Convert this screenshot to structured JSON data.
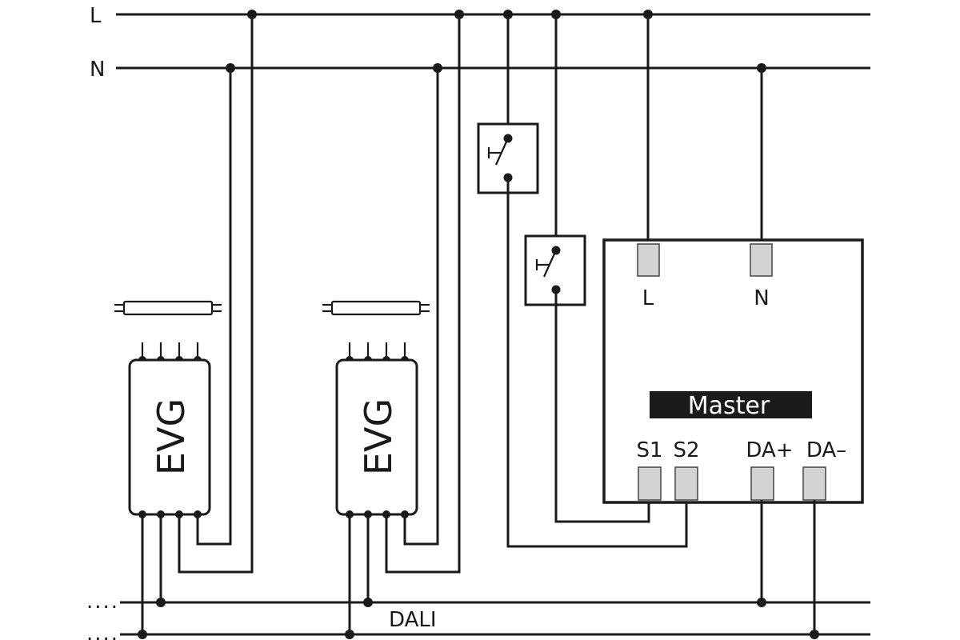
{
  "rails": {
    "l_label": "L",
    "n_label": "N",
    "dali_label": "DALI",
    "continuation_mark": "...."
  },
  "ballasts": [
    {
      "label": "EVG"
    },
    {
      "label": "EVG"
    }
  ],
  "master": {
    "title": "Master",
    "terminal_l": "L",
    "terminal_n": "N",
    "terminal_s1": "S1",
    "terminal_s2": "S2",
    "terminal_da_plus": "DA+",
    "terminal_da_minus": "DA–"
  },
  "colors": {
    "line": "#1a1a1a",
    "terminal_fill": "#d3d3d3",
    "master_bar": "#1a1a1a"
  }
}
